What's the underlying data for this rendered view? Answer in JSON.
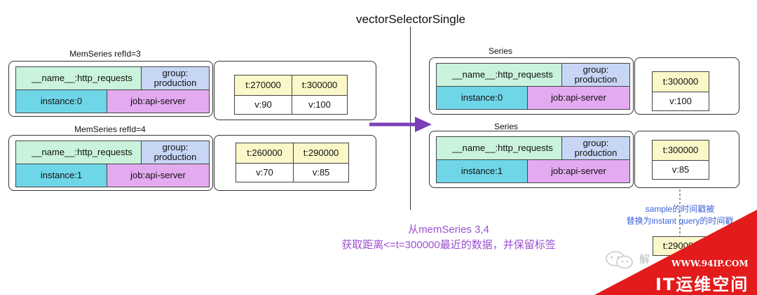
{
  "title": "vectorSelectorSingle",
  "left": {
    "groups": [
      {
        "label": "MemSeries refId=3",
        "labels": {
          "name": "__name__:http_requests",
          "group": "group:\nproduction",
          "instance": "instance:0",
          "job": "job:api-server"
        },
        "samples": [
          {
            "t": "t:270000",
            "v": "v:90"
          },
          {
            "t": "t:300000",
            "v": "v:100"
          }
        ]
      },
      {
        "label": "MemSeries refId=4",
        "labels": {
          "name": "__name__:http_requests",
          "group": "group:\nproduction",
          "instance": "instance:1",
          "job": "job:api-server"
        },
        "samples": [
          {
            "t": "t:260000",
            "v": "v:70"
          },
          {
            "t": "t:290000",
            "v": "v:85"
          }
        ]
      }
    ]
  },
  "right": {
    "groups": [
      {
        "label": "Series",
        "labels": {
          "name": "__name__:http_requests",
          "group": "group:\nproduction",
          "instance": "instance:0",
          "job": "job:api-server"
        },
        "sample": {
          "t": "t:300000",
          "v": "v:100"
        }
      },
      {
        "label": "Series",
        "labels": {
          "name": "__name__:http_requests",
          "group": "group:\nproduction",
          "instance": "instance:1",
          "job": "job:api-server"
        },
        "sample": {
          "t": "t:300000",
          "v": "v:85"
        }
      }
    ],
    "replace_note": {
      "line1": "sample的时间戳被",
      "line2": "替换为instant query的时间戳"
    },
    "original_sample": {
      "t": "t:290000"
    }
  },
  "description": {
    "line1": "从memSeries 3,4",
    "line2": "获取距离<=t=300000最近的数据，并保留标签"
  },
  "watermark": {
    "wechat_text": "解",
    "url": "WWW.94IP.COM",
    "name": "IT运维空间"
  },
  "colors": {
    "name_cell": "#c9f3dc",
    "group_cell": "#c8d6f6",
    "instance_cell": "#6fd6e8",
    "job_cell": "#e3aaf0",
    "time_cell": "#fbf7c8",
    "arrow": "#7b3fb8",
    "note_blue": "#3b62d8",
    "note_purple": "#9b4fd0",
    "logo_red": "#e31b1b"
  }
}
